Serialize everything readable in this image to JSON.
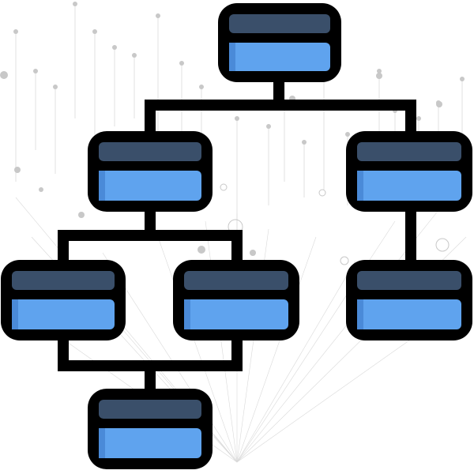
{
  "diagram": {
    "kind": "hierarchy",
    "nodes": [
      {
        "id": "root"
      },
      {
        "id": "left-branch"
      },
      {
        "id": "right-branch"
      },
      {
        "id": "left-left-leaf"
      },
      {
        "id": "left-right-leaf"
      },
      {
        "id": "right-leaf"
      },
      {
        "id": "bottom-leaf"
      }
    ],
    "edges": [
      [
        "root",
        "left-branch"
      ],
      [
        "root",
        "right-branch"
      ],
      [
        "left-branch",
        "left-left-leaf"
      ],
      [
        "left-branch",
        "left-right-leaf"
      ],
      [
        "right-branch",
        "right-leaf"
      ],
      [
        "left-left-leaf",
        "bottom-leaf"
      ],
      [
        "left-right-leaf",
        "bottom-leaf"
      ]
    ]
  },
  "colors": {
    "outline": "#000000",
    "header": "#3a4f6a",
    "body": "#5fa3ee",
    "body_shade": "#4a8ad8",
    "background": "#ffffff",
    "decor_line": "#d9d9d9",
    "decor_dot": "#c8c8c8"
  }
}
